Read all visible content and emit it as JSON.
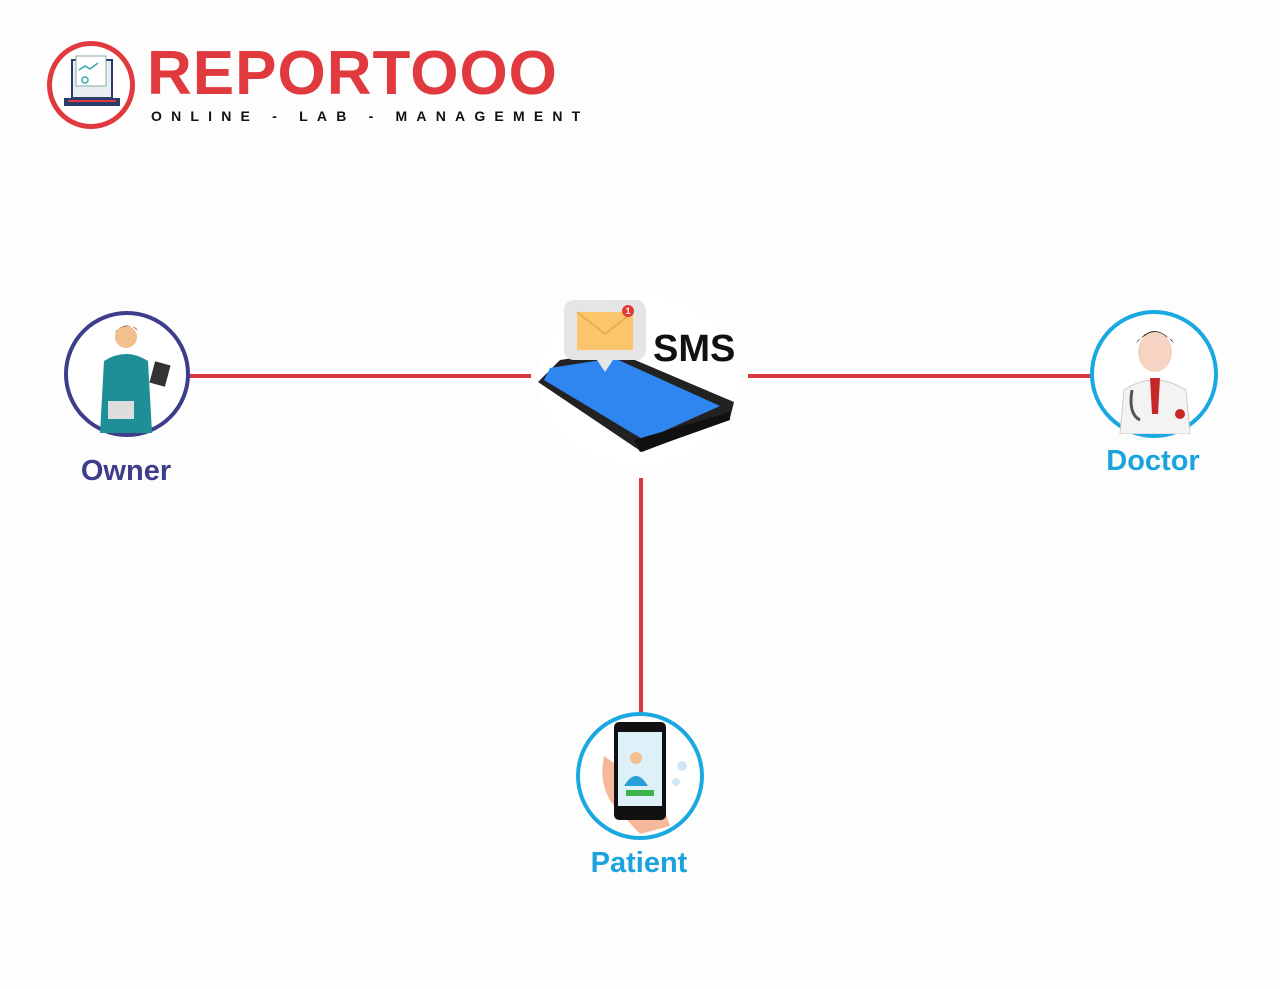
{
  "logo": {
    "brand": "REPORTOOO",
    "tagline": "ONLINE - LAB - MANAGEMENT"
  },
  "center": {
    "label": "SMS",
    "badge_count": "1"
  },
  "nodes": {
    "owner": "Owner",
    "doctor": "Doctor",
    "patient": "Patient"
  },
  "colors": {
    "brand_red": "#e03a3e",
    "owner": "#3d3d8c",
    "doctor": "#1aa3dd",
    "patient": "#1aa3dd",
    "connector": "#d9363e"
  }
}
